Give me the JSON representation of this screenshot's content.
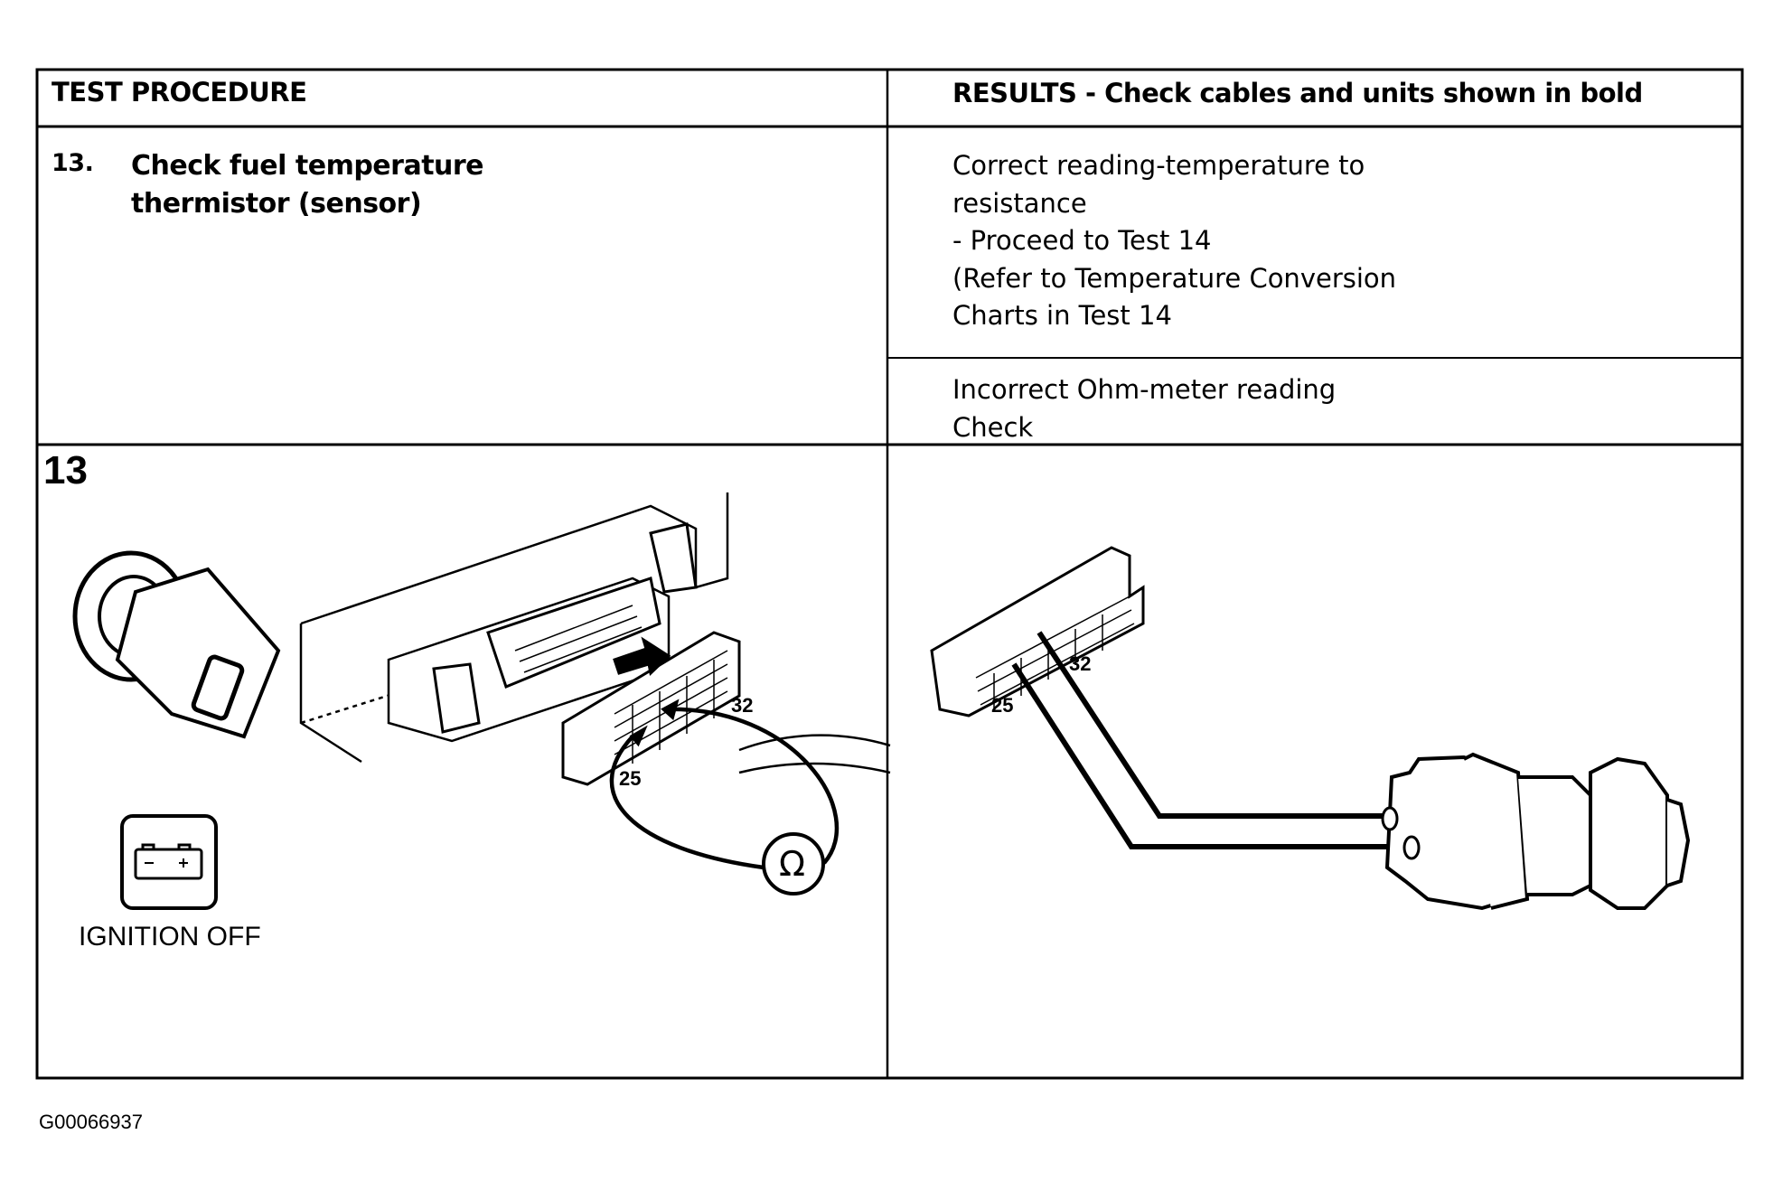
{
  "table": {
    "header_left": "TEST PROCEDURE",
    "header_right": "RESULTS - Check cables and units shown in bold",
    "step_number": "13.",
    "step_title_lines": [
      "Check fuel temperature",
      "thermistor (sensor)"
    ],
    "results": [
      {
        "lines": [
          "Correct reading-temperature to",
          "resistance",
          "- Proceed to Test 14",
          "(Refer to Temperature Conversion",
          "Charts in Test 14"
        ]
      },
      {
        "lines": [
          "Incorrect Ohm-meter reading",
          "Check"
        ]
      }
    ]
  },
  "figure": {
    "number": "13",
    "ignition_label": "IGNITION OFF",
    "left_pin_labels": [
      "32",
      "25"
    ],
    "ohm_symbol": "Ω",
    "right_pin_labels": [
      "32",
      "25"
    ],
    "icons": [
      "ignition-key-icon",
      "battery-icon",
      "ecu-control-unit",
      "harness-connector",
      "ohmmeter-icon",
      "temperature-sensor"
    ]
  },
  "footer": {
    "figure_id": "G00066937"
  }
}
